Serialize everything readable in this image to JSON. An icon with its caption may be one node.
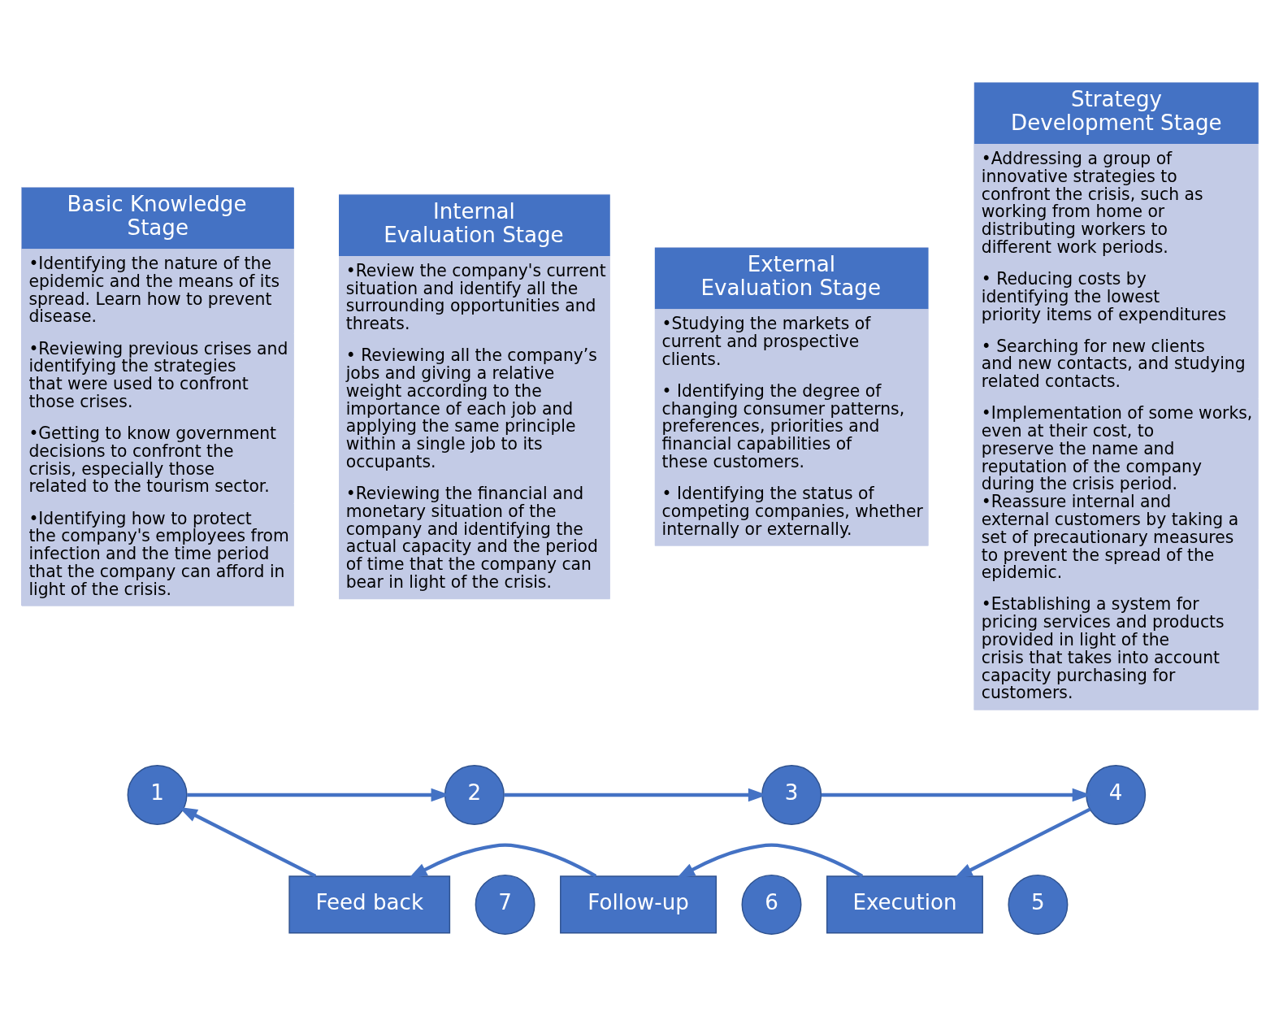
{
  "diagram": {
    "nodes": [
      {
        "text": [
          "Basic Knowledge Stage",
          "•Identifying the nature of the epidemic and the means of its spread. Learn how to prevent disease.",
          "•Reviewing previous crises and identifying the strategies that were used to confront those crises.",
          "•Getting to know government decisions to confront the crisis, especially those related to the tourism sector.",
          "•Identifying how to protect the company's employees from infection and the time period that the company can afford in light of the crisis."
        ]
      },
      {
        "text": [
          "Internal Evaluation Stage",
          "•Review the company's current situation and identify all the surrounding opportunities and threats.",
          "• Reviewing all the company’s jobs and giving a relative weight according to the importance of each job and applying the same principle within a single job to its occupants.",
          "•Reviewing the financial and monetary situation of the company and identifying the actual capacity and the period of time that the company can bear in light of the crisis."
        ]
      },
      {
        "text": [
          "External Evaluation Stage",
          "•Studying the markets of current and prospective clients.",
          "• Identifying the degree of changing consumer patterns, preferences, priorities and financial capabilities of these customers.",
          "• Identifying the status of competing companies, whether internally or externally."
        ]
      },
      {
        "text": [
          "Strategy Development Stage",
          "•Addressing a group of innovative strategies to confront the crisis, such as working from home or distributing workers to different work periods.",
          "• Reducing costs by identifying the lowest priority items of expenditures",
          "• Searching for new clients and new contacts, and studying related contacts.",
          "•Implementation of some works, even at their cost, to preserve the name and reputation of the company during the crisis period. •Reassure internal and external customers by taking a set of precautionary measures to prevent the spread of the epidemic.",
          "•Establishing a system for pricing services and products provided in light of the crisis that takes into account capacity purchasing for customers."
        ]
      },
      {
        "text": [
          "1"
        ]
      },
      {
        "text": [
          "2"
        ]
      },
      {
        "text": [
          "3"
        ]
      },
      {
        "text": [
          "4"
        ]
      },
      {
        "text": [
          "Execution"
        ]
      },
      {
        "text": [
          "5"
        ]
      },
      {
        "text": [
          "Follow-up"
        ]
      },
      {
        "text": [
          "6"
        ]
      },
      {
        "text": [
          "Feed back"
        ]
      },
      {
        "text": [
          "7"
        ]
      }
    ],
    "edges": [
      {
        "from": 4,
        "to": 5,
        "arrow": "to"
      },
      {
        "from": 5,
        "to": 6,
        "arrow": "to"
      },
      {
        "from": 6,
        "to": 7,
        "arrow": "to"
      },
      {
        "from": 7,
        "to": 8,
        "arrow": "to"
      },
      {
        "from": 8,
        "to": 10,
        "arrow": "to"
      },
      {
        "from": 10,
        "to": 12,
        "arrow": "to"
      },
      {
        "from": 12,
        "to": 4,
        "arrow": "to"
      }
    ]
  }
}
